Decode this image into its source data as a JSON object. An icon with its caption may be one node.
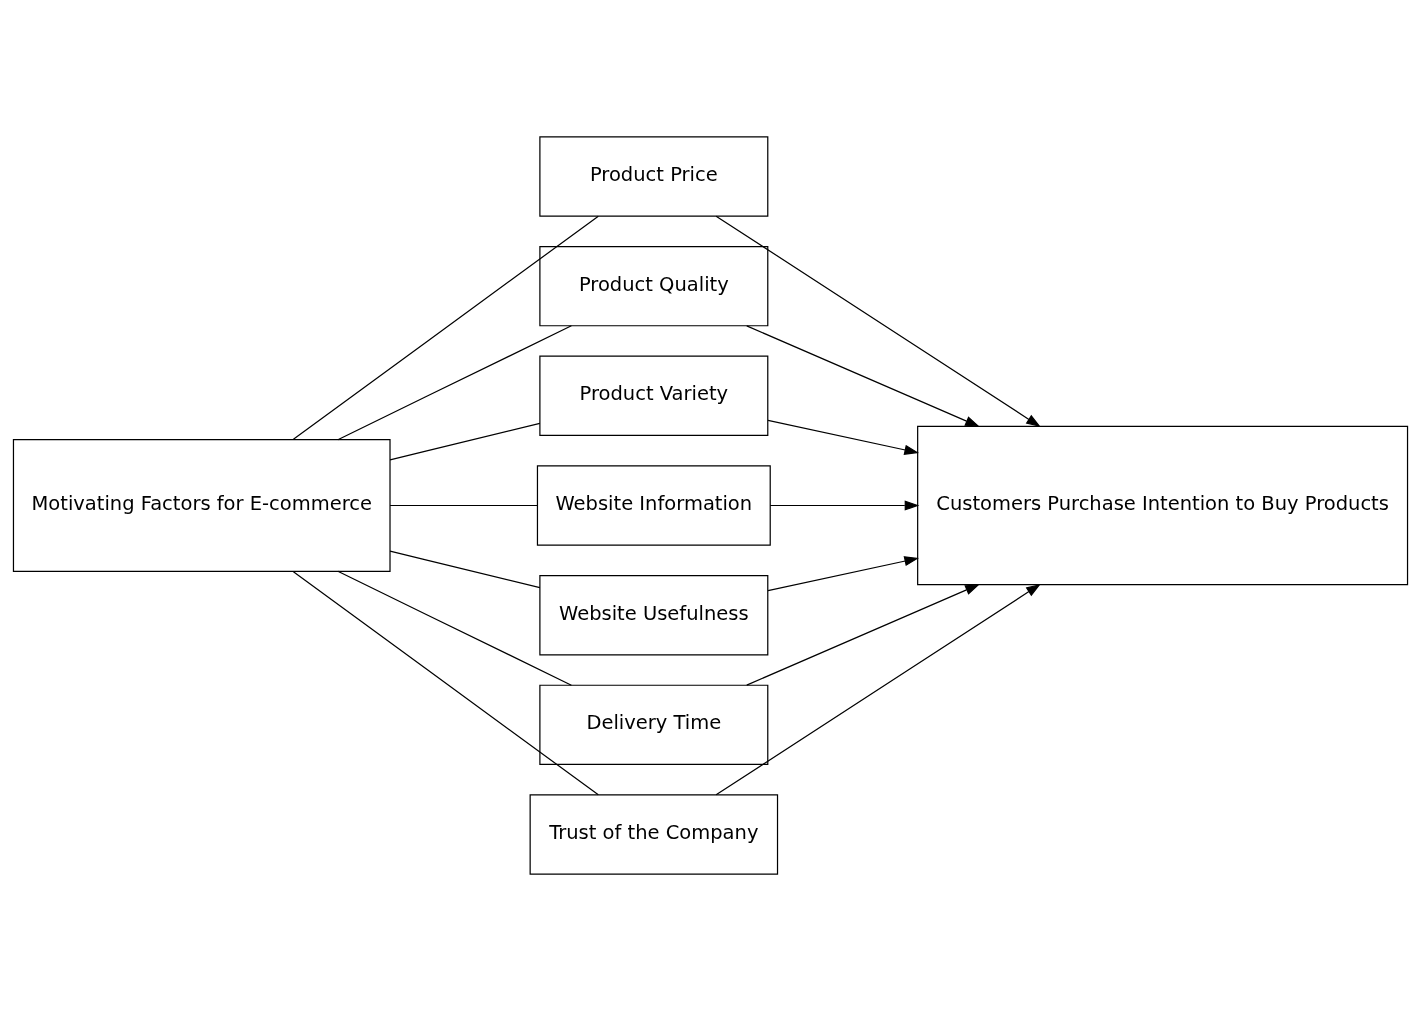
{
  "diagram": {
    "nodes": [
      {
        "text": [
          "Motivating Factors for E-commerce"
        ]
      },
      {
        "text": [
          "Product Price"
        ]
      },
      {
        "text": [
          "Product Quality"
        ]
      },
      {
        "text": [
          "Product Variety"
        ]
      },
      {
        "text": [
          "Website Information"
        ]
      },
      {
        "text": [
          "Website Usefulness"
        ]
      },
      {
        "text": [
          "Delivery Time"
        ]
      },
      {
        "text": [
          "Trust of the Company"
        ]
      },
      {
        "text": [
          "Customers Purchase Intention to Buy Products"
        ]
      }
    ],
    "edges": [
      {
        "from": 0,
        "to": 1,
        "arrow": "none"
      },
      {
        "from": 0,
        "to": 2,
        "arrow": "none"
      },
      {
        "from": 0,
        "to": 3,
        "arrow": "none"
      },
      {
        "from": 0,
        "to": 4,
        "arrow": "none"
      },
      {
        "from": 0,
        "to": 5,
        "arrow": "none"
      },
      {
        "from": 0,
        "to": 6,
        "arrow": "none"
      },
      {
        "from": 0,
        "to": 7,
        "arrow": "none"
      },
      {
        "from": 1,
        "to": 8,
        "arrow": "to"
      },
      {
        "from": 2,
        "to": 8,
        "arrow": "to"
      },
      {
        "from": 3,
        "to": 8,
        "arrow": "to"
      },
      {
        "from": 4,
        "to": 8,
        "arrow": "to"
      },
      {
        "from": 5,
        "to": 8,
        "arrow": "to"
      },
      {
        "from": 6,
        "to": 8,
        "arrow": "to"
      },
      {
        "from": 7,
        "to": 8,
        "arrow": "to"
      }
    ]
  }
}
